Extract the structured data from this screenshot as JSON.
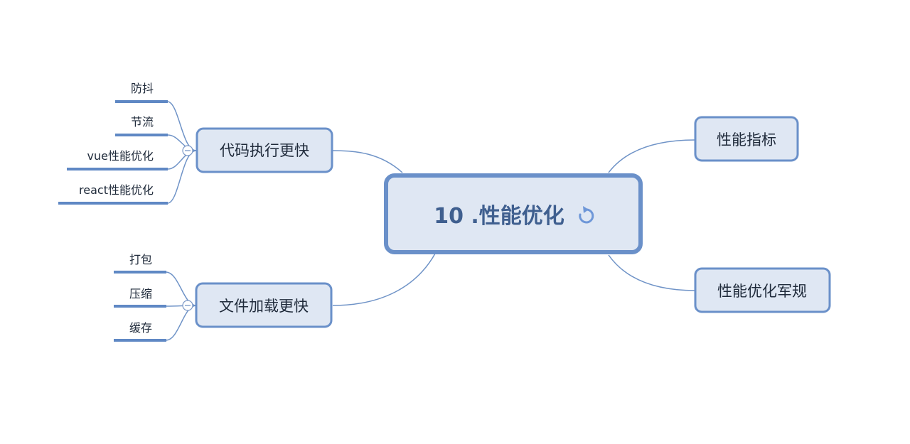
{
  "mindmap": {
    "root": {
      "label": "10 .性能优化",
      "icon": "refresh-icon"
    },
    "right_branches": [
      {
        "label": "性能指标"
      },
      {
        "label": "性能优化军规"
      }
    ],
    "left_branches": [
      {
        "label": "代码执行更快",
        "children": [
          "防抖",
          "节流",
          "vue性能优化",
          "react性能优化"
        ]
      },
      {
        "label": "文件加载更快",
        "children": [
          "打包",
          "压缩",
          "缓存"
        ]
      }
    ],
    "colors": {
      "node_fill": "#dfe7f3",
      "node_border": "#6a90c9",
      "link": "#6f93c7",
      "root_text": "#3f5f8f"
    }
  }
}
